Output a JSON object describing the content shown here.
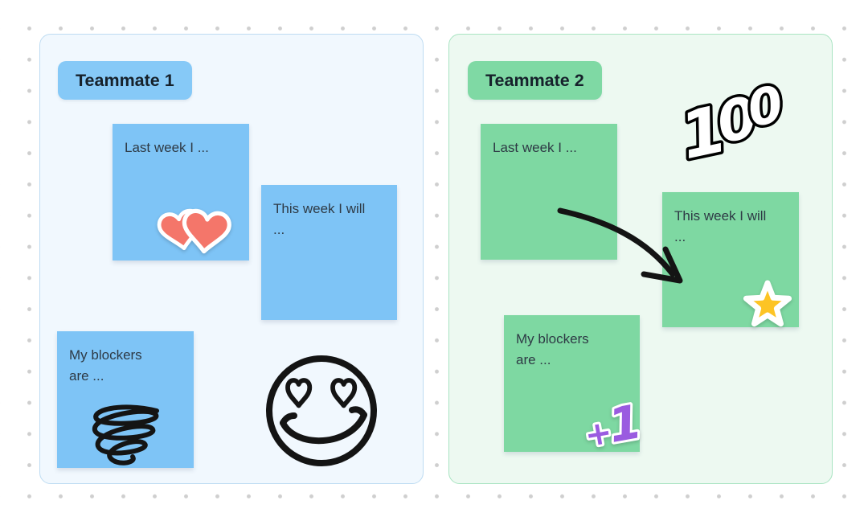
{
  "board": {
    "sections": [
      {
        "label": "Teammate 1",
        "notes": [
          {
            "text": "Last week I ..."
          },
          {
            "text": "This week I will\n..."
          },
          {
            "text": "My blockers\nare ..."
          }
        ],
        "stickers": [
          "double-hearts-icon",
          "scribble-icon",
          "heart-eyes-smiley-icon"
        ]
      },
      {
        "label": "Teammate 2",
        "notes": [
          {
            "text": "Last week I ..."
          },
          {
            "text": "This week I will\n..."
          },
          {
            "text": "My blockers\nare ..."
          }
        ],
        "stickers": [
          "hundred-points-icon",
          "curved-arrow-icon",
          "star-icon",
          "plus-one-icon"
        ]
      }
    ],
    "sticker_text": {
      "hundred": {
        "digit1": "1",
        "digit2": "0",
        "digit3": "0"
      },
      "plus_one": {
        "plus": "+",
        "digit": "1"
      }
    }
  },
  "colors": {
    "canvas_bg": "#ffffff",
    "dot": "#cfcfcf",
    "blue_panel_bg": "#f1f8fe",
    "blue_panel_border": "#bedcf2",
    "blue_label_bg": "#86c9f7",
    "blue_note": "#7ec4f6",
    "green_panel_bg": "#edf9f1",
    "green_panel_border": "#a9e4c2",
    "green_label_bg": "#7fd9a4",
    "green_note": "#7ed8a2",
    "text_dark": "#16212b",
    "note_text": "#2e3a45",
    "heart_red": "#f4766a",
    "star_yellow": "#fdc425",
    "plus_purple": "#9a5be0",
    "ink": "#141414"
  }
}
